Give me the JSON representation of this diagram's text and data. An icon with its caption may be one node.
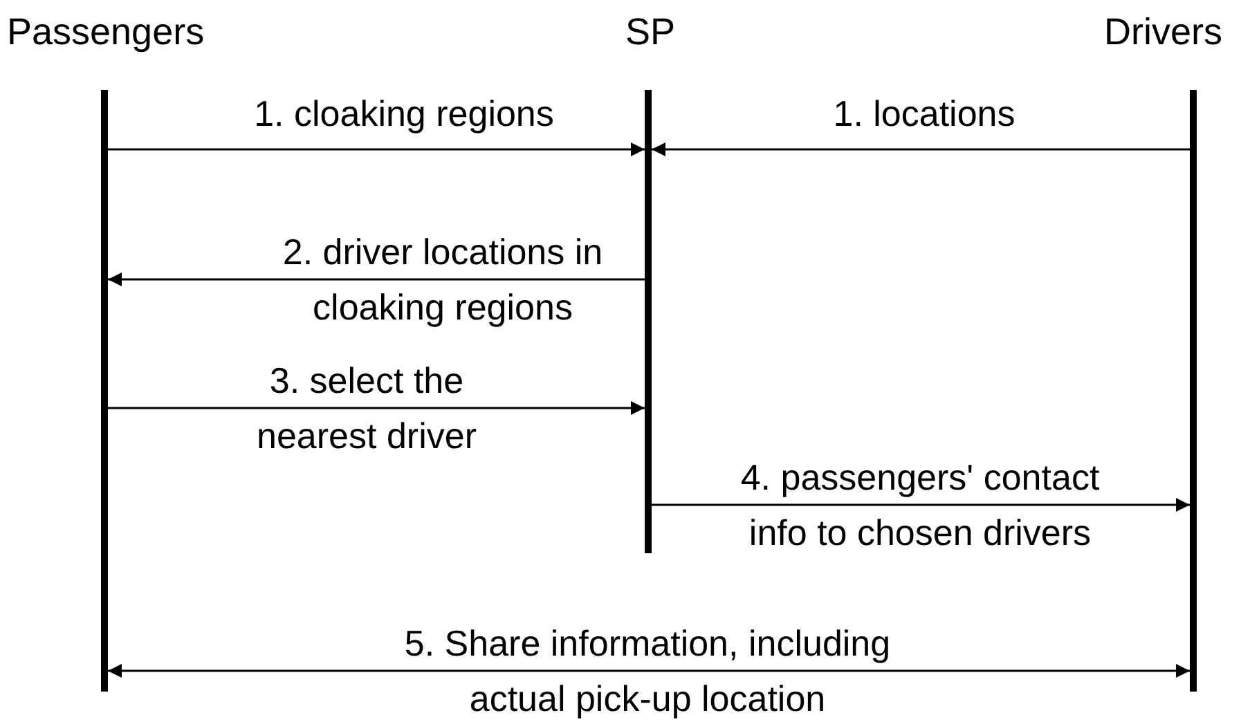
{
  "diagram": {
    "nodes": [
      {
        "text": [
          "Passengers"
        ]
      },
      {
        "text": [
          "SP"
        ]
      },
      {
        "text": [
          "Drivers"
        ]
      }
    ],
    "edges": [
      {
        "from": 0,
        "to": 1,
        "arrow": "to",
        "label": "1. cloaking regions"
      },
      {
        "from": 2,
        "to": 1,
        "arrow": "to",
        "label": "1. locations"
      },
      {
        "from": 1,
        "to": 0,
        "arrow": "to",
        "label": "2. driver locations in cloaking regions"
      },
      {
        "from": 0,
        "to": 1,
        "arrow": "to",
        "label": "3. select the nearest driver"
      },
      {
        "from": 1,
        "to": 2,
        "arrow": "to",
        "label": "4. passengers' contact info to chosen drivers"
      },
      {
        "from": 0,
        "to": 2,
        "arrow": "both",
        "label": "5. Share information, including actual pick-up location"
      }
    ]
  }
}
